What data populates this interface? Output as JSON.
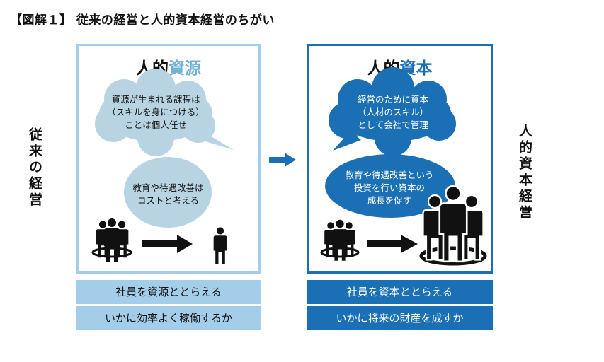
{
  "title": "【図解１】 従来の経営と人的資本経営のちがい",
  "side_labels": {
    "left": "従来の経営",
    "right": "人的資本経営"
  },
  "colors": {
    "light_blue": "#a3cde9",
    "bubble_light": "#b8d4e3",
    "dark_blue": "#1a6fb5",
    "black": "#111111"
  },
  "left_panel": {
    "title_prefix": "人的",
    "title_accent": "資源",
    "bubble1_lines": [
      "資源が生まれる課程は",
      "（スキルを身につける）",
      "ことは個人任せ"
    ],
    "bubble2_lines": [
      "教育や待遇改善は",
      "コストと考える"
    ],
    "icons": [
      "people-group-icon",
      "arrow-right-icon",
      "single-person-icon"
    ],
    "bands": [
      "社員を資源ととらえる",
      "いかに効率よく稼働するか"
    ]
  },
  "right_panel": {
    "title_prefix": "人的",
    "title_accent": "資本",
    "bubble1_lines": [
      "経営のために資本",
      "（人材のスキル）",
      "として会社で管理"
    ],
    "bubble2_lines": [
      "教育や待遇改善という",
      "投資を行い資本の",
      "成長を促す"
    ],
    "icons": [
      "people-group-icon",
      "arrow-right-icon",
      "large-people-group-icon"
    ],
    "bands": [
      "社員を資本ととらえる",
      "いかに将来の財産を成すか"
    ]
  },
  "center_arrow_icon": "arrow-right-icon"
}
